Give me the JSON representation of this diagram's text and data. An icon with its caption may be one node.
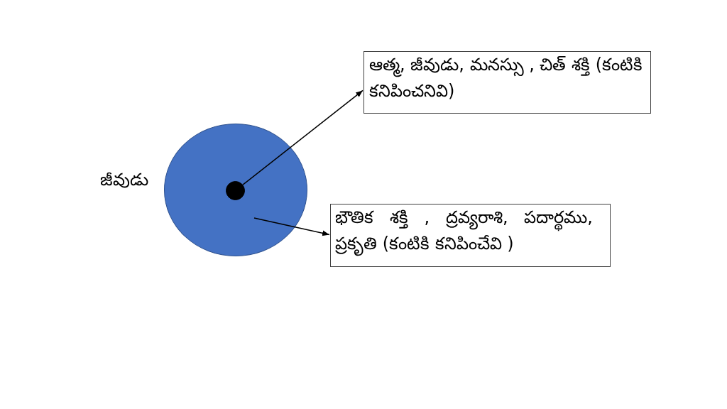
{
  "diagram": {
    "nodes": [
      {
        "text": [],
        "shape": "circle",
        "beside": [
          "జీవుడు"
        ]
      },
      {
        "text": [],
        "shape": "circle",
        "in": 0
      },
      {
        "text": [
          "ఆత్మ, జీవుడు, మనస్సు , చిత్ శక్తి (కంటికి కనిపించనివి)"
        ]
      },
      {
        "text": [
          "భౌతిక శక్తి , ద్రవ్యరాశి, పదార్థము, ప్రకృతి (కంటికి కనిపించేవి )"
        ]
      }
    ],
    "edges": [
      {
        "from": 1,
        "to": 2,
        "arrow": "to"
      },
      {
        "from": null,
        "to": 3,
        "arrow": "to"
      }
    ]
  }
}
